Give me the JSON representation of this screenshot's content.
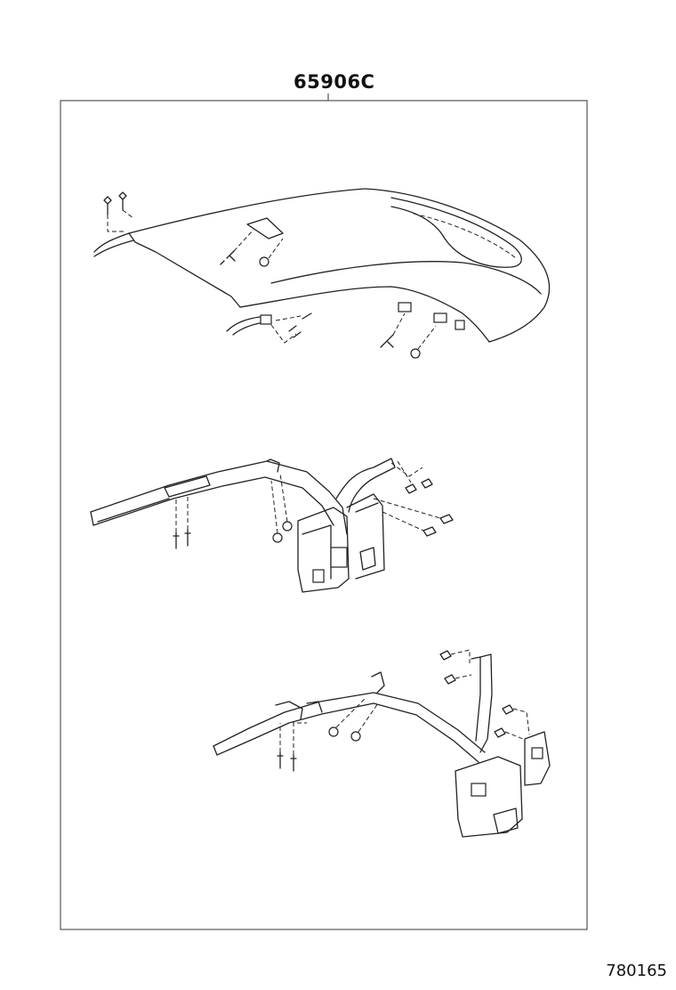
{
  "diagram": {
    "part_number_label": "65906C",
    "reference_number": "780165",
    "icons": [
      "roof-panel",
      "roof-side-rail-assembly",
      "roof-rear-frame-assembly",
      "bolt",
      "screw",
      "clip"
    ]
  }
}
